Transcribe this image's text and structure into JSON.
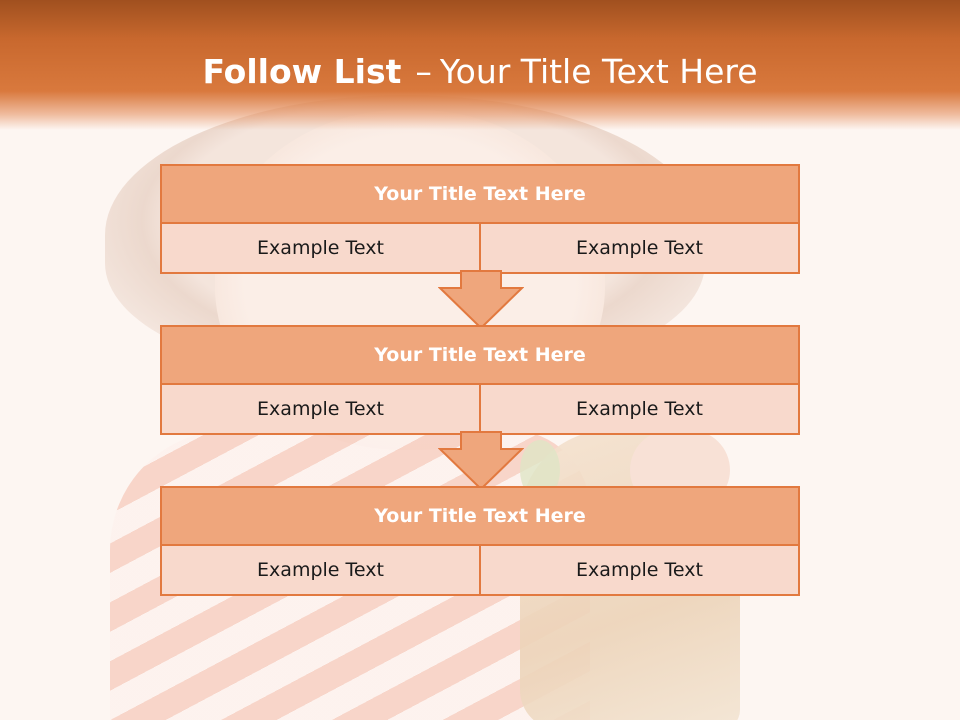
{
  "slide": {
    "title_bold": "Follow List",
    "title_dash": "–",
    "title_rest": "Your Title Text Here"
  },
  "blocks": [
    {
      "title": "Your Title Text Here",
      "cells": [
        "Example Text",
        "Example Text"
      ]
    },
    {
      "title": "Your Title Text Here",
      "cells": [
        "Example Text",
        "Example Text"
      ]
    },
    {
      "title": "Your Title Text Here",
      "cells": [
        "Example Text",
        "Example Text"
      ]
    }
  ],
  "colors": {
    "accent": "#e2793f",
    "header": "#c8682e",
    "block_title_fill": "#efa67c",
    "cell_fill": "#f8d9cc"
  },
  "icons": [
    "down-arrow-icon",
    "down-arrow-icon"
  ]
}
